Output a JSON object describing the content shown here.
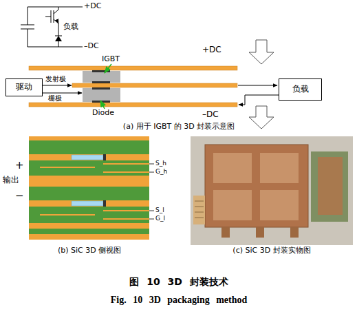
{
  "diagram": {
    "caption": "图 10 3D 封装技术",
    "nodes": [
      {
        "text": [
          "驱动"
        ]
      },
      {
        "text": [
          "负载"
        ]
      }
    ],
    "labels": [
      "+DC",
      "负载",
      "–DC",
      "IGBT",
      "+DC",
      "发射极",
      "栅极",
      "Diode",
      "–DC",
      "(a) 用于 IGBT 的 3D 封装示意图",
      "+",
      "输出",
      "−",
      "S_h",
      "G_h",
      "S_l",
      "G_l",
      "(b) SiC 3D 侧视图",
      "(c) SiC 3D 封装实物图",
      "Fig. 10 3D packaging method"
    ]
  }
}
